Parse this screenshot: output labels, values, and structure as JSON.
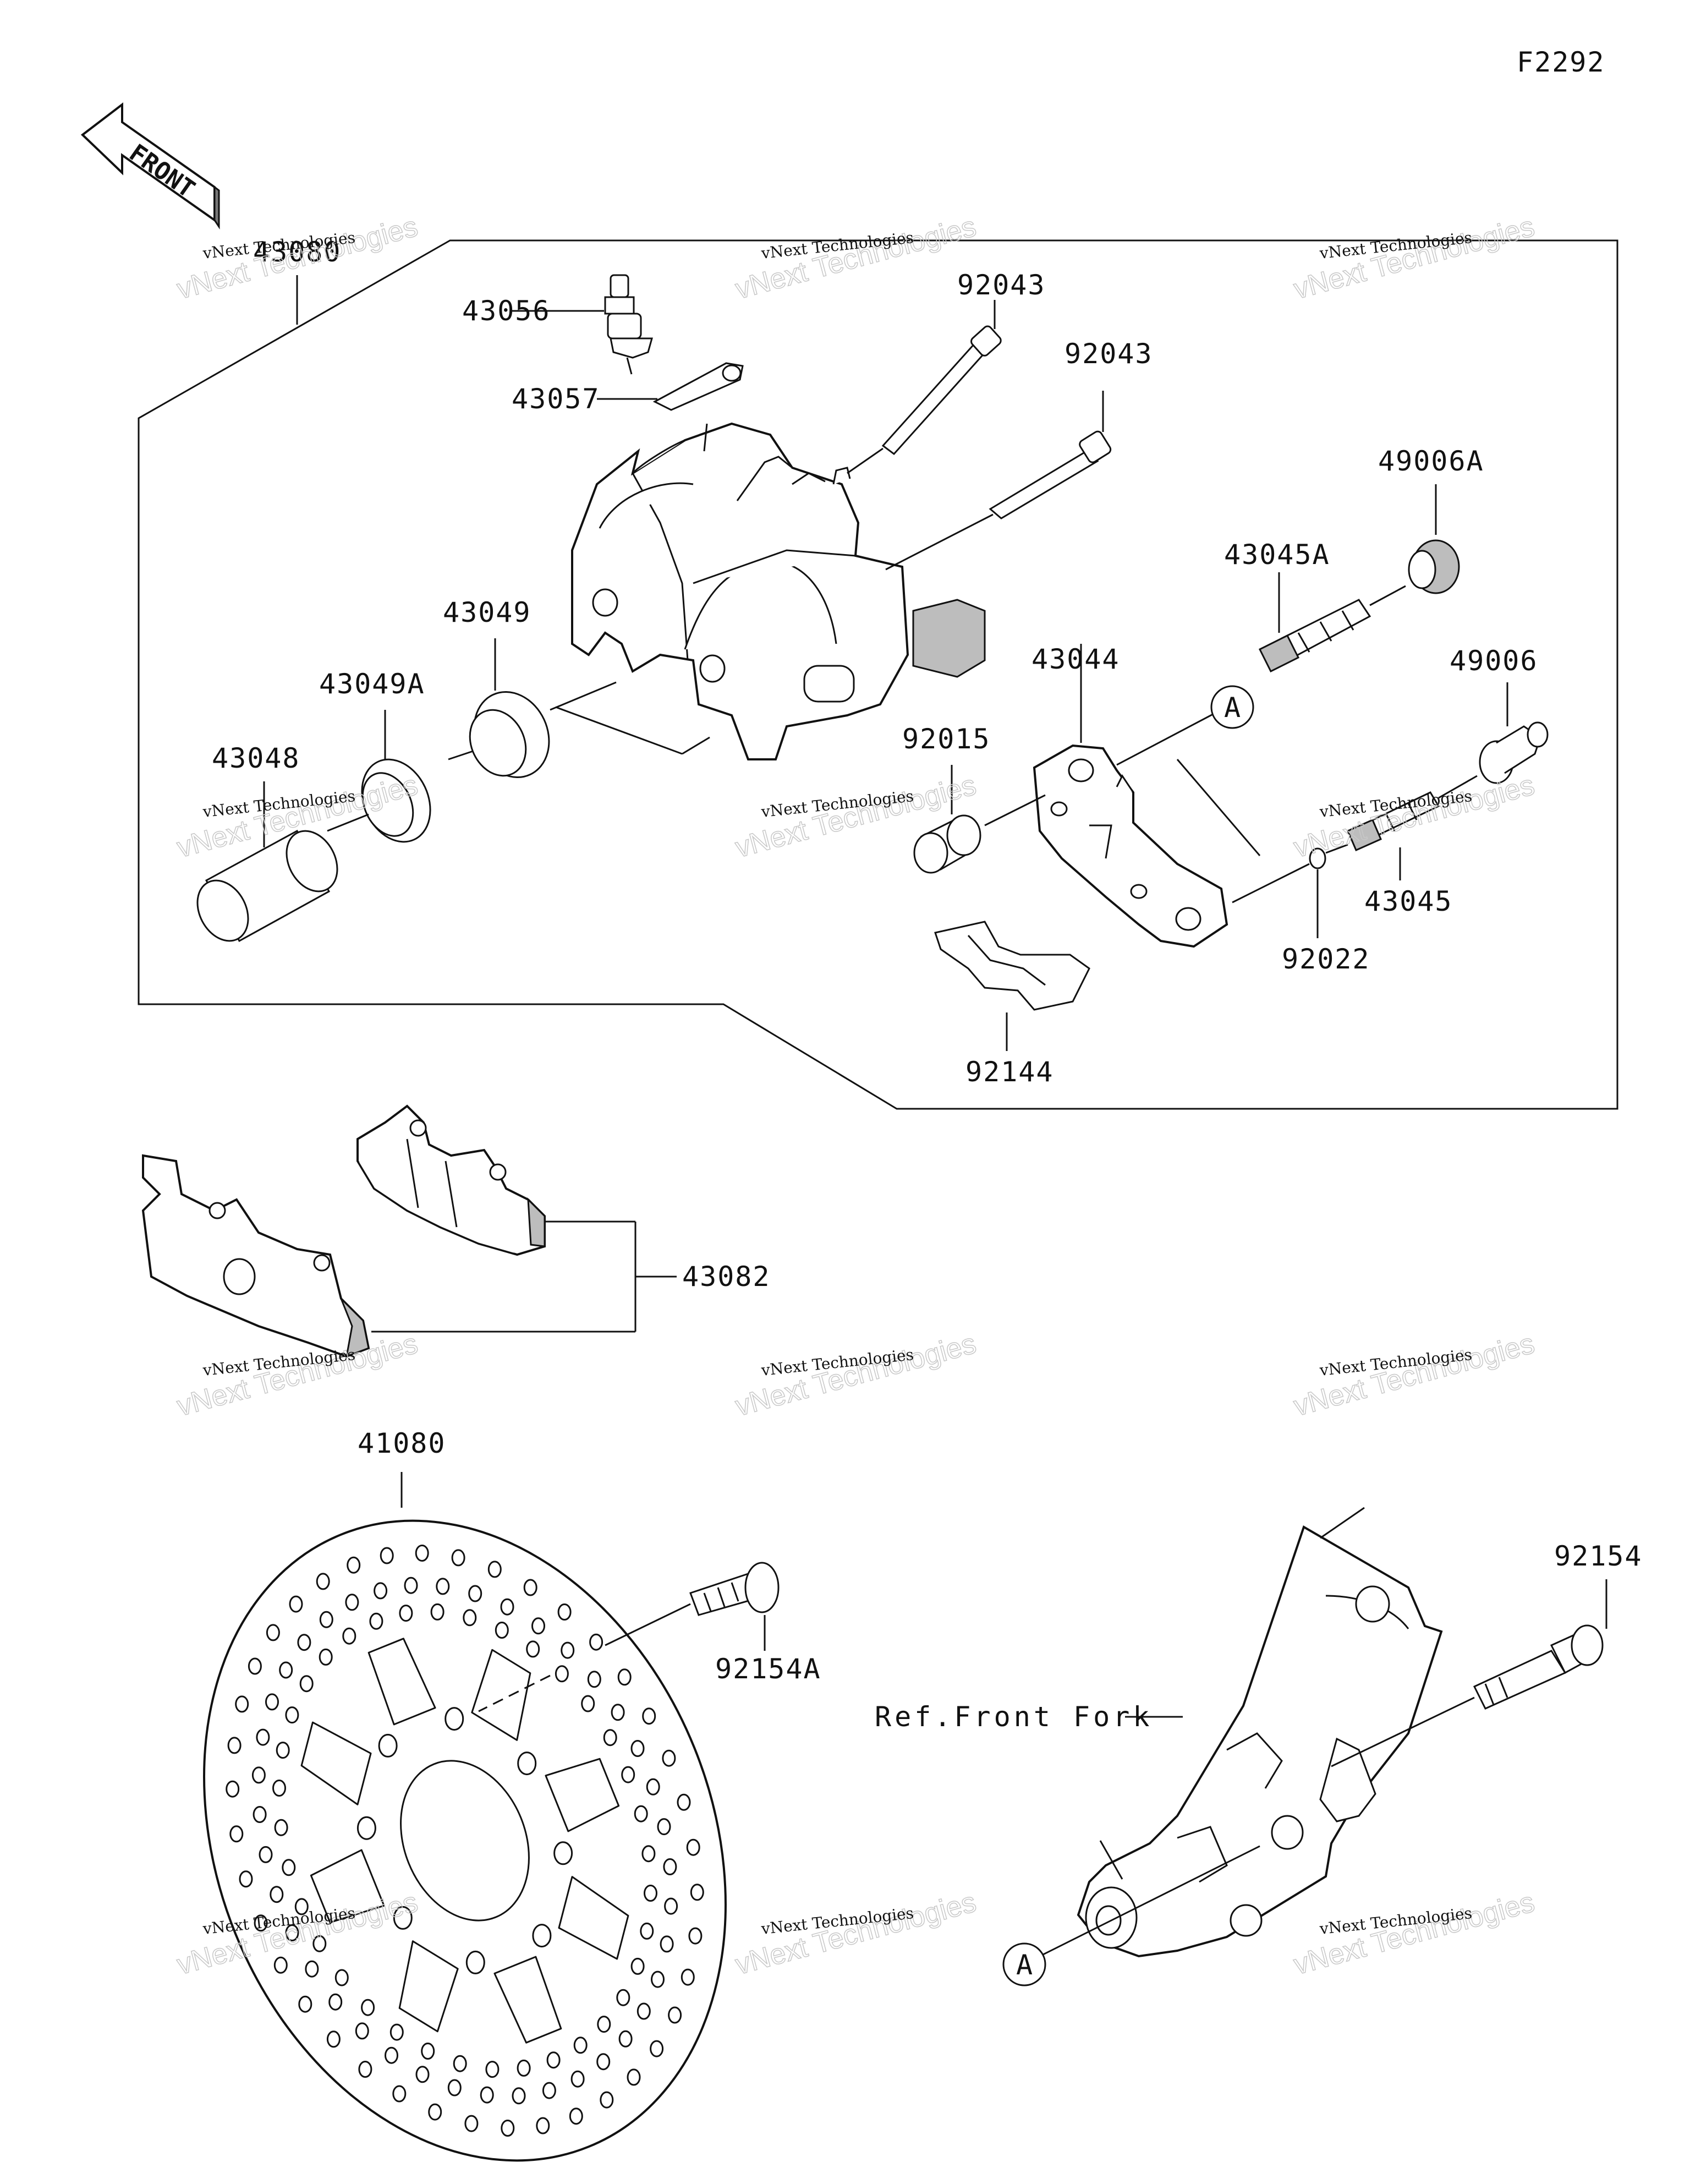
{
  "figure_code": "F2292",
  "front_label": "FRONT",
  "watermark": {
    "line1": "vNext Technologies",
    "line2": "vNext Technologies"
  },
  "callouts": {
    "p43080": "43080",
    "p43056": "43056",
    "p43057": "43057",
    "p92043a": "92043",
    "p92043b": "92043",
    "p49006A": "49006A",
    "p43045A": "43045A",
    "p43044": "43044",
    "p49006": "49006",
    "p43049": "43049",
    "p43049A": "43049A",
    "p43048": "43048",
    "p92015": "92015",
    "p43045": "43045",
    "p92022": "92022",
    "p92144": "92144",
    "p43082": "43082",
    "p41080": "41080",
    "p92154A": "92154A",
    "p92154": "92154",
    "ref_front_fork": "Ref.Front Fork",
    "marker_a1": "A",
    "marker_a2": "A"
  }
}
